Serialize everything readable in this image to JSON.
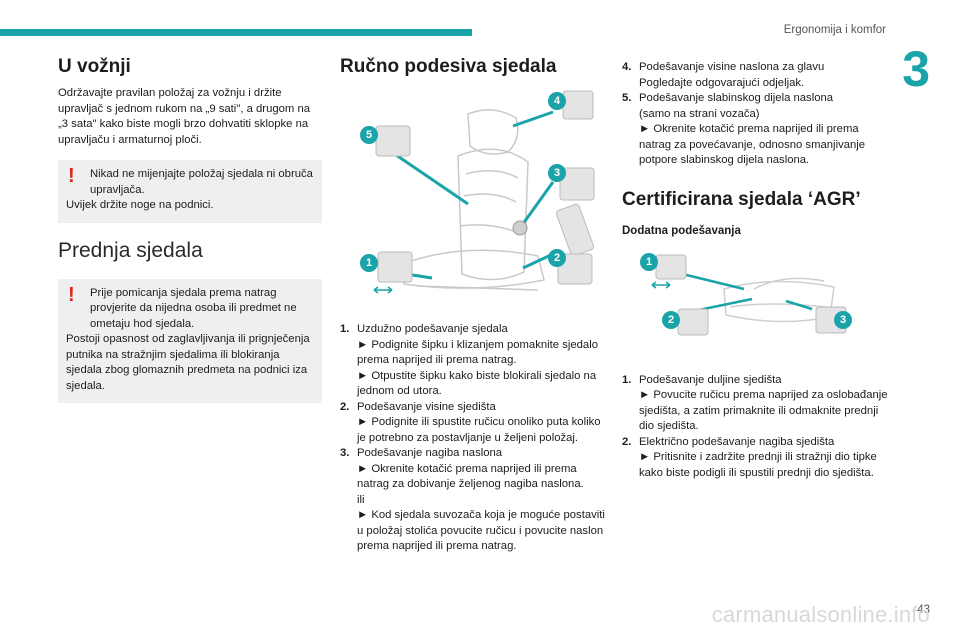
{
  "header": {
    "title": "Ergonomija i komfor",
    "chapter": "3"
  },
  "col1": {
    "section1_title": "U vožnji",
    "section1_body": "Održavajte pravilan položaj za vožnju i držite upravljač s jednom rukom na „9 sati\", a drugom na „3 sata\" kako biste mogli brzo dohvatiti sklopke na upravljaču i armaturnoj ploči.",
    "warn1_first": "Nikad ne mijenjajte položaj sjedala ni obruča upravljača.",
    "warn1_rest": "Uvijek držite noge na podnici.",
    "section2_title": "Prednja sjedala",
    "warn2_first": "Prije pomicanja sjedala prema natrag provjerite da nijedna osoba ili predmet ne ometaju hod sjedala.",
    "warn2_rest": "Postoji opasnost od zaglavljivanja ili prignječenja putnika na stražnjim sjedalima ili blokiranja sjedala zbog glomaznih predmeta na podnici iza sjedala."
  },
  "col2": {
    "title": "Ručno podesiva sjedala",
    "badges": [
      "1",
      "2",
      "3",
      "4",
      "5"
    ],
    "steps": [
      {
        "num": "1.",
        "title": "Uzdužno podešavanje sjedala",
        "detail": "► Podignite šipku i klizanjem pomaknite sjedalo prema naprijed ili prema natrag.\n► Otpustite šipku kako biste blokirali sjedalo na jednom od utora."
      },
      {
        "num": "2.",
        "title": "Podešavanje visine sjedišta",
        "detail": "► Podignite ili spustite ručicu onoliko puta koliko je potrebno za postavljanje u željeni položaj."
      },
      {
        "num": "3.",
        "title": "Podešavanje nagiba naslona",
        "detail": "► Okrenite kotačić prema naprijed ili prema natrag za dobivanje željenog nagiba naslona.\nili\n► Kod sjedala suvozača koja je moguće postaviti u položaj stolića povucite ručicu i povucite naslon prema naprijed ili prema natrag."
      }
    ]
  },
  "col3": {
    "steps": [
      {
        "num": "4.",
        "title": "Podešavanje visine naslona za glavu",
        "detail": "Pogledajte odgovarajući odjeljak."
      },
      {
        "num": "5.",
        "title": "Podešavanje slabinskog dijela naslona",
        "detail": "(samo na strani vozača)\n► Okrenite kotačić prema naprijed ili prema natrag za povećavanje, odnosno smanjivanje potpore slabinskog dijela naslona."
      }
    ],
    "title": "Certificirana sjedala ‘AGR’",
    "subtitle": "Dodatna podešavanja",
    "badges": [
      "1",
      "2",
      "3"
    ],
    "steps2": [
      {
        "num": "1.",
        "title": "Podešavanje duljine sjedišta",
        "detail": "► Povucite ručicu prema naprijed za oslobađanje sjedišta, a zatim primaknite ili odmaknite prednji dio sjedišta."
      },
      {
        "num": "2.",
        "title": "Električno podešavanje nagiba sjedišta",
        "detail": "► Pritisnite i zadržite prednji ili stražnji dio tipke kako biste podigli ili spustili prednji dio sjedišta."
      }
    ]
  },
  "footer": {
    "page": "43",
    "watermark": "carmanualsonline.info"
  }
}
